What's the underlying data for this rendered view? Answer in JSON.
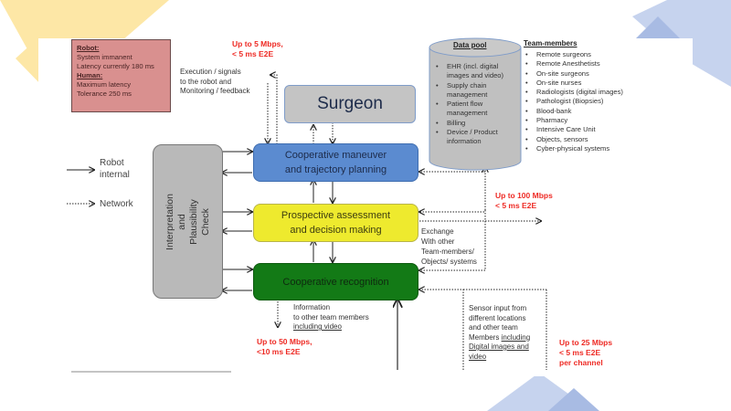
{
  "legend": {
    "robot_internal": "Robot internal",
    "robot_internal_line1": "Robot",
    "robot_internal_line2": "internal",
    "network": "Network"
  },
  "latency_note": {
    "robot_heading": "Robot:",
    "robot_line1": "System immanent",
    "robot_line2": "Latency currently 180 ms",
    "human_heading": "Human:",
    "human_line1": "Maximum latency",
    "human_line2": "Tolerance 250 ms"
  },
  "bandwidth_labels": {
    "surgeon_link_line1": "Up to 5 Mbps,",
    "surgeon_link_line2": "< 5 ms E2E",
    "exchange_link_line1": "Up to 100 Mbps",
    "exchange_link_line2": "< 5 ms E2E",
    "info_link_line1": "Up to 50 Mbps,",
    "info_link_line2": "<10 ms E2E",
    "sensor_link_line1": "Up to 25 Mbps",
    "sensor_link_line2": "< 5 ms E2E",
    "sensor_link_line3": "per channel"
  },
  "annotations": {
    "execution_line1": "Execution / signals",
    "execution_line2": "to the robot and",
    "execution_line3": "Monitoring / feedback",
    "exchange_line1": "Exchange",
    "exchange_line2": "With other",
    "exchange_line3": "Team-members/",
    "exchange_line4": "Objects/ systems",
    "info_line1": "Information",
    "info_line2": "to other team members",
    "info_line3": "including video",
    "sensor_line1": "Sensor input from",
    "sensor_line2": "different locations",
    "sensor_line3": "and other team",
    "sensor_line4a": "Members ",
    "sensor_line4b": "including",
    "sensor_line5": "Digital images and",
    "sensor_line6": "video"
  },
  "blocks": {
    "surgeon": "Surgeon",
    "maneuver_line1": "Cooperative maneuver",
    "maneuver_line2": "and trajectory planning",
    "assessment_line1": "Prospective assessment",
    "assessment_line2": "and decision making",
    "recognition": "Cooperative recognition",
    "plausibility_line1": "Interpretation",
    "plausibility_line2": "and",
    "plausibility_line3": "Plausibility",
    "plausibility_line4": "Check"
  },
  "data_pool": {
    "title": "Data pool",
    "items": [
      "EHR (incl. digital images and video)",
      "Supply chain management",
      "Patient flow management",
      "Billing",
      "Device / Product information"
    ]
  },
  "team_members": {
    "title": "Team-members",
    "items": [
      "Remote surgeons",
      "Remote Anesthetists",
      "On-site surgeons",
      "On-site nurses",
      "Radiologists (digital images)",
      "Pathologist (Biopsies)",
      "Blood-bank",
      "Pharmacy",
      "Intensive Care Unit",
      "Objects, sensors",
      "Cyber-physical systems"
    ]
  },
  "colors": {
    "maneuver_fill": "#5b8bd0",
    "assessment_fill": "#eeea2e",
    "recognition_fill": "#137a16",
    "surgeon_fill": "#c4c4c4",
    "plausibility_fill": "#b9b9b9",
    "note_fill": "#d9908f",
    "bandwidth_text": "#ee2a24",
    "deco_yellow": "#fde7a6",
    "deco_blue": "#c6d3ee"
  }
}
